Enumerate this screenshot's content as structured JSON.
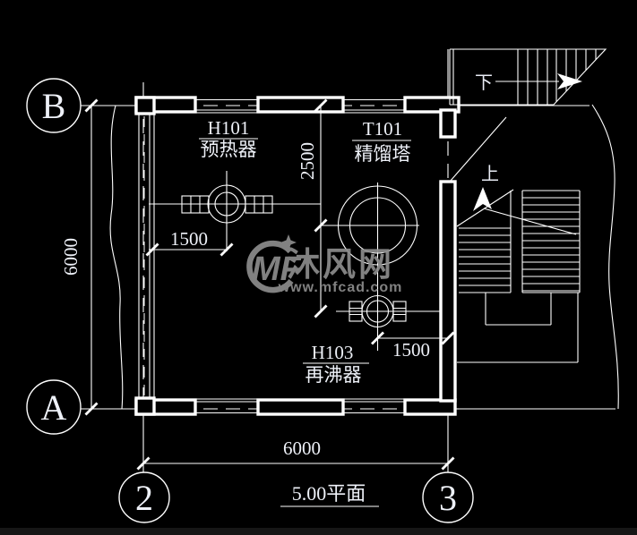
{
  "drawing": {
    "plan_title": "5.00平面",
    "grid": {
      "top_row": "B",
      "bottom_row": "A",
      "left_col": "2",
      "right_col": "3"
    },
    "equipment": {
      "h101": {
        "tag": "H101",
        "name": "预热器"
      },
      "t101": {
        "tag": "T101",
        "name": "精馏塔"
      },
      "h103": {
        "tag": "H103",
        "name": "再沸器"
      }
    },
    "dimensions": {
      "span_horizontal": "6000",
      "span_vertical": "6000",
      "h101_offset": "1500",
      "t101_drop": "2500",
      "h103_offset": "1500"
    },
    "stairs": {
      "up_label": "上",
      "down_label": "下"
    },
    "watermark": {
      "logo": "MF",
      "site_name": "沐风网",
      "site_url": "www.mfcad.com"
    },
    "colors": {
      "background": "#000000",
      "lines": "#ffffff",
      "watermark": "#8d8d8d"
    }
  }
}
